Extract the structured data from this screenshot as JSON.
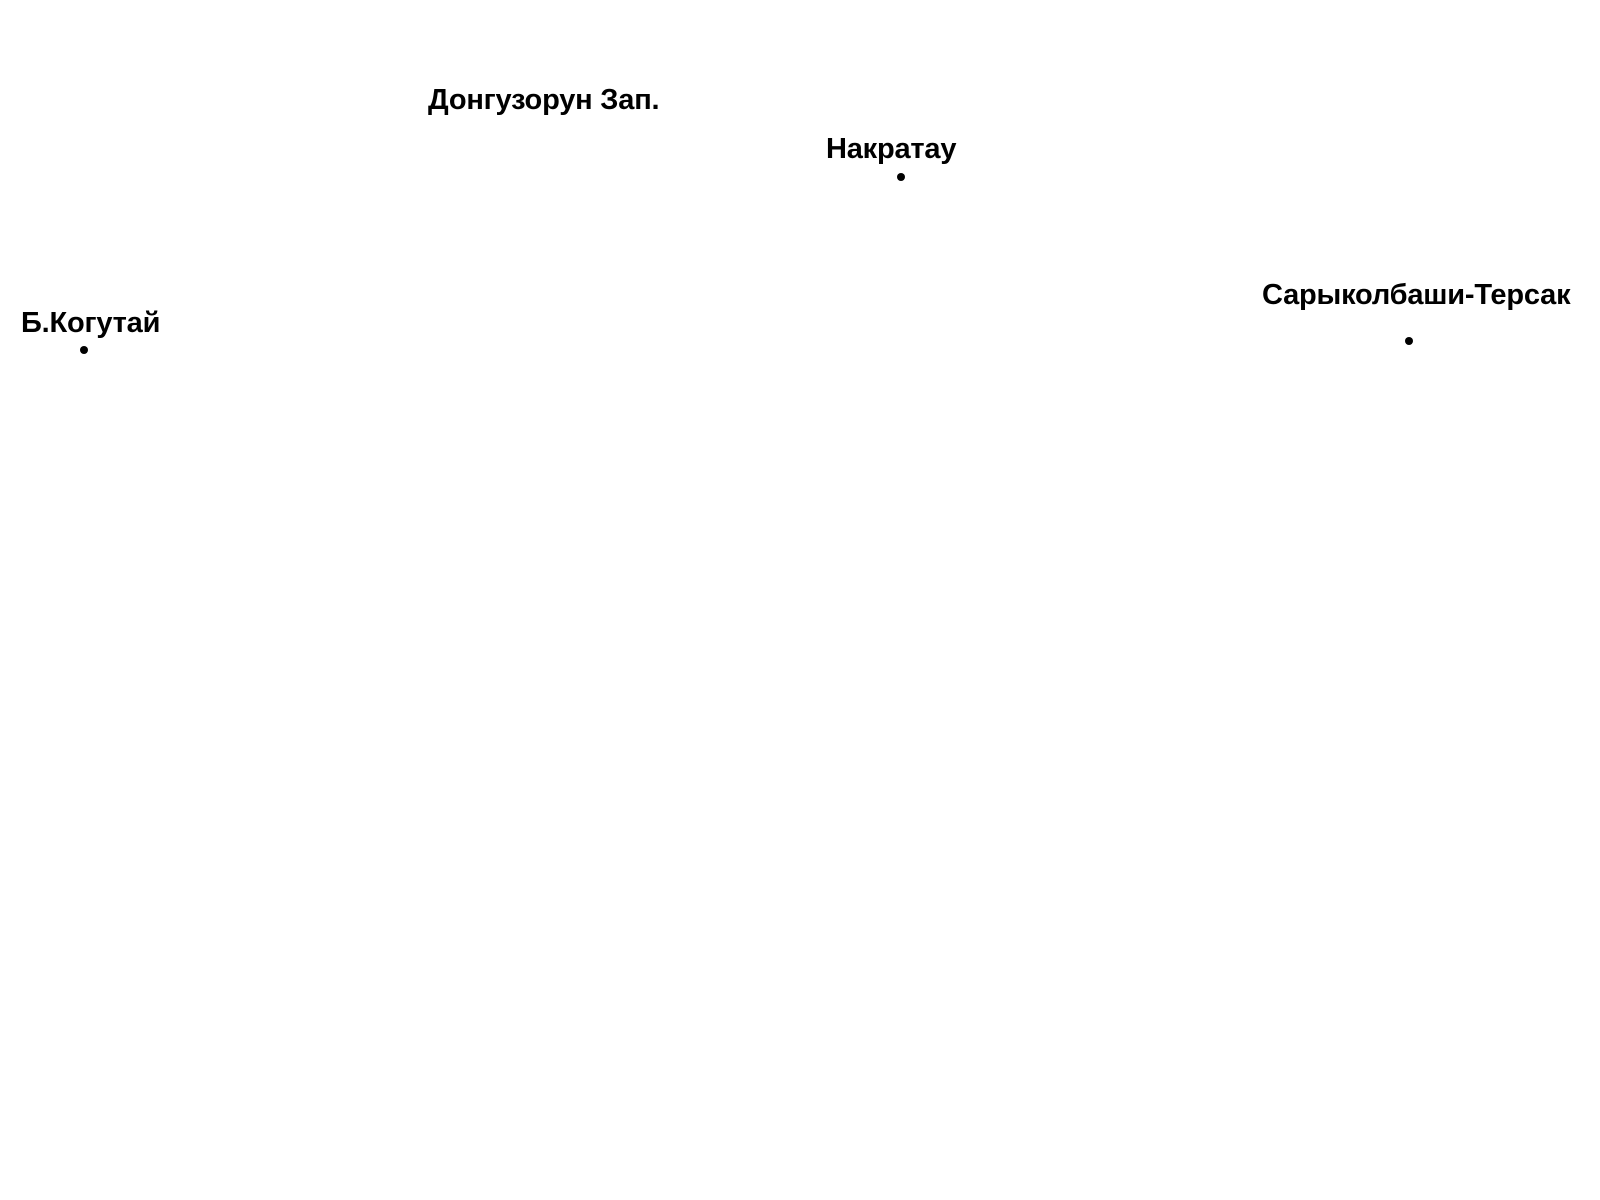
{
  "map": {
    "places": {
      "dongguzorun": {
        "name": "Донгузорун Зап.",
        "marker": "none"
      },
      "nakratau": {
        "name": "Накратау",
        "marker": "dot"
      },
      "sarykolbashi": {
        "name": "Сарыколбаши-Терсак",
        "marker": "dot"
      },
      "kogutai": {
        "name": "Б.Когутай",
        "marker": "dot"
      }
    },
    "colors": {
      "background": "#ffffff",
      "label": "#000000",
      "marker": "#000000"
    }
  }
}
